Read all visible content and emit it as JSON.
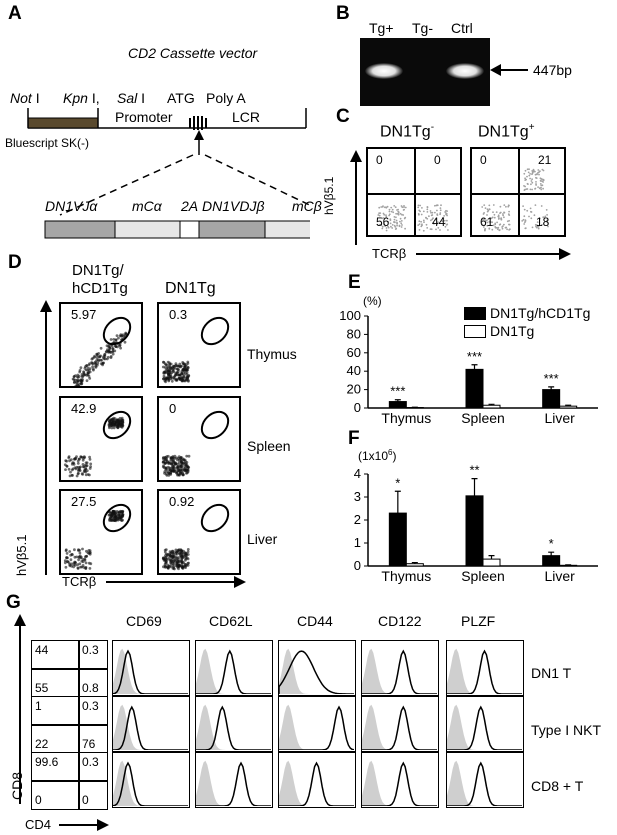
{
  "panels": {
    "A": {
      "label": "A",
      "title": "CD2 Cassette vector",
      "not1": "Not",
      "not2": "I",
      "kpn1": "Kpn",
      "kpn2": "I,",
      "sal1": "Sal",
      "sal2": "I",
      "atg": "ATG",
      "polya": "Poly A",
      "promoter": "Promoter",
      "lcr": "LCR",
      "bluescript": "Bluescript SK(-)",
      "gene1": "DN1VJα",
      "gene2": "mCα",
      "gene3": "2A",
      "gene4": "DN1VDJβ",
      "gene5": "mCβ"
    },
    "B": {
      "label": "B",
      "lanes": [
        "Tg+",
        "Tg-",
        "Ctrl"
      ],
      "band_label": "447bp"
    },
    "C": {
      "label": "C",
      "left_title": "DN1Tg",
      "left_sup": "-",
      "right_title": "DN1Tg",
      "right_sup": "+",
      "left_quadrants": [
        "0",
        "0",
        "56",
        "44"
      ],
      "right_quadrants": [
        "0",
        "21",
        "61",
        "18"
      ],
      "ylabel": "hVβ5.1",
      "xlabel": "TCRβ"
    },
    "D": {
      "label": "D",
      "col1_line1": "DN1Tg/",
      "col1_line2": "hCD1Tg",
      "col2": "DN1Tg",
      "rows": [
        "Thymus",
        "Spleen",
        "Liver"
      ],
      "col1_values": [
        "5.97",
        "42.9",
        "27.5"
      ],
      "col2_values": [
        "0.3",
        "0",
        "0.92"
      ],
      "ylabel": "hVβ5.1",
      "xlabel": "TCRβ"
    },
    "E": {
      "label": "E",
      "unit": "(%)"
    },
    "F": {
      "label": "F",
      "unit_base": "(1x10",
      "unit_exp": "6",
      "unit_end": ")"
    },
    "G": {
      "label": "G",
      "markers": [
        "CD69",
        "CD62L",
        "CD44",
        "CD122",
        "PLZF"
      ],
      "rows": [
        "DN1 T",
        "Type I NKT",
        "CD8 + T"
      ],
      "quad_values": [
        [
          "44",
          "0.3",
          "55",
          "0.8"
        ],
        [
          "1",
          "0.3",
          "22",
          "76"
        ],
        [
          "99.6",
          "0.3",
          "0",
          "0"
        ]
      ],
      "ylabel": "CD8",
      "xlabel": "CD4"
    }
  },
  "chart_data": [
    {
      "type": "bar",
      "panel": "E",
      "categories": [
        "Thymus",
        "Spleen",
        "Liver"
      ],
      "series": [
        {
          "name": "DN1Tg/hCD1Tg",
          "values": [
            7,
            42,
            20
          ],
          "errors": [
            2,
            5,
            3
          ],
          "color": "#000000"
        },
        {
          "name": "DN1Tg",
          "values": [
            0.5,
            3,
            2
          ],
          "errors": [
            0.3,
            1,
            1
          ],
          "color": "#ffffff"
        }
      ],
      "significance": [
        "***",
        "***",
        "***"
      ],
      "yticks": [
        0,
        20,
        40,
        60,
        80,
        100
      ],
      "ylim": [
        0,
        100
      ],
      "ylabel": "(%)",
      "legend_position": "top-right"
    },
    {
      "type": "bar",
      "panel": "F",
      "categories": [
        "Thymus",
        "Spleen",
        "Liver"
      ],
      "series": [
        {
          "name": "DN1Tg/hCD1Tg",
          "values": [
            2.3,
            3.05,
            0.45
          ],
          "errors": [
            0.95,
            0.75,
            0.15
          ],
          "color": "#000000"
        },
        {
          "name": "DN1Tg",
          "values": [
            0.1,
            0.3,
            0.03
          ],
          "errors": [
            0.05,
            0.15,
            0.02
          ],
          "color": "#ffffff"
        }
      ],
      "significance": [
        "*",
        "**",
        "*"
      ],
      "yticks": [
        0,
        1,
        2,
        3,
        4
      ],
      "ylim": [
        0,
        4
      ],
      "ylabel": "(1x10^6)"
    }
  ]
}
